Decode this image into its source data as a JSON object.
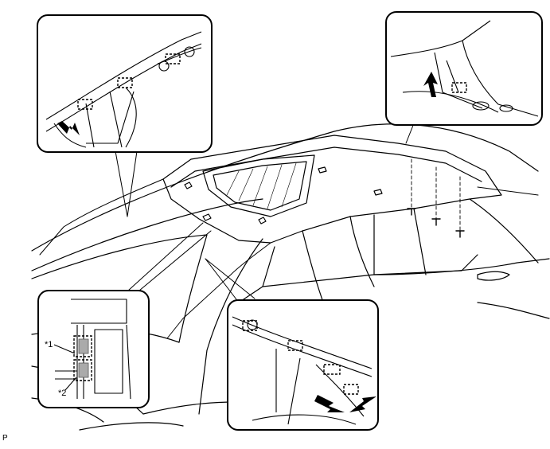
{
  "callouts": {
    "label_1": "*1",
    "label_2": "*2"
  },
  "figure_code": "P",
  "colors": {
    "line": "#000000",
    "background": "#ffffff",
    "clip_hatch": "#555555"
  }
}
